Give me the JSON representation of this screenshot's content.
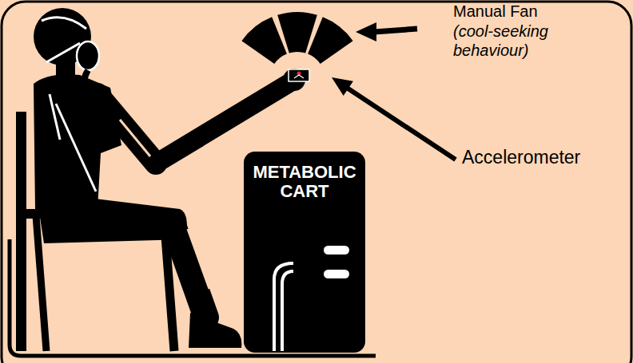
{
  "diagram": {
    "nodes": [
      {
        "text": [
          "METABOLIC CART"
        ]
      }
    ],
    "labels": [
      "Manual Fan",
      "(cool-seeking behaviour)",
      "Accelerometer"
    ]
  }
}
